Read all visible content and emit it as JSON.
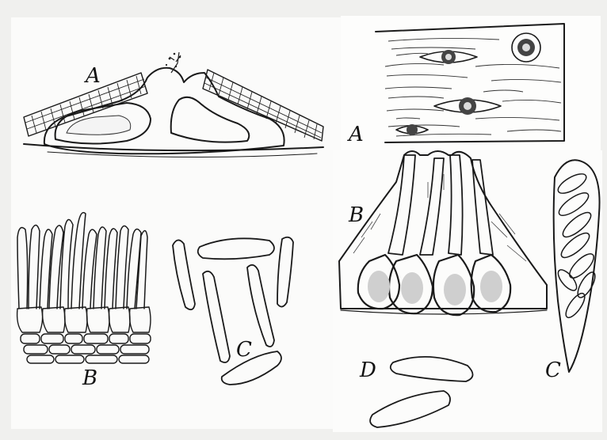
{
  "figure": {
    "panels": [
      {
        "id": "left-A",
        "label": "A"
      },
      {
        "id": "left-B",
        "label": "B"
      },
      {
        "id": "left-C",
        "label": "C"
      },
      {
        "id": "right-A",
        "label": "A"
      },
      {
        "id": "right-B",
        "label": "B"
      },
      {
        "id": "right-C",
        "label": "C"
      },
      {
        "id": "right-D",
        "label": "D"
      }
    ]
  }
}
